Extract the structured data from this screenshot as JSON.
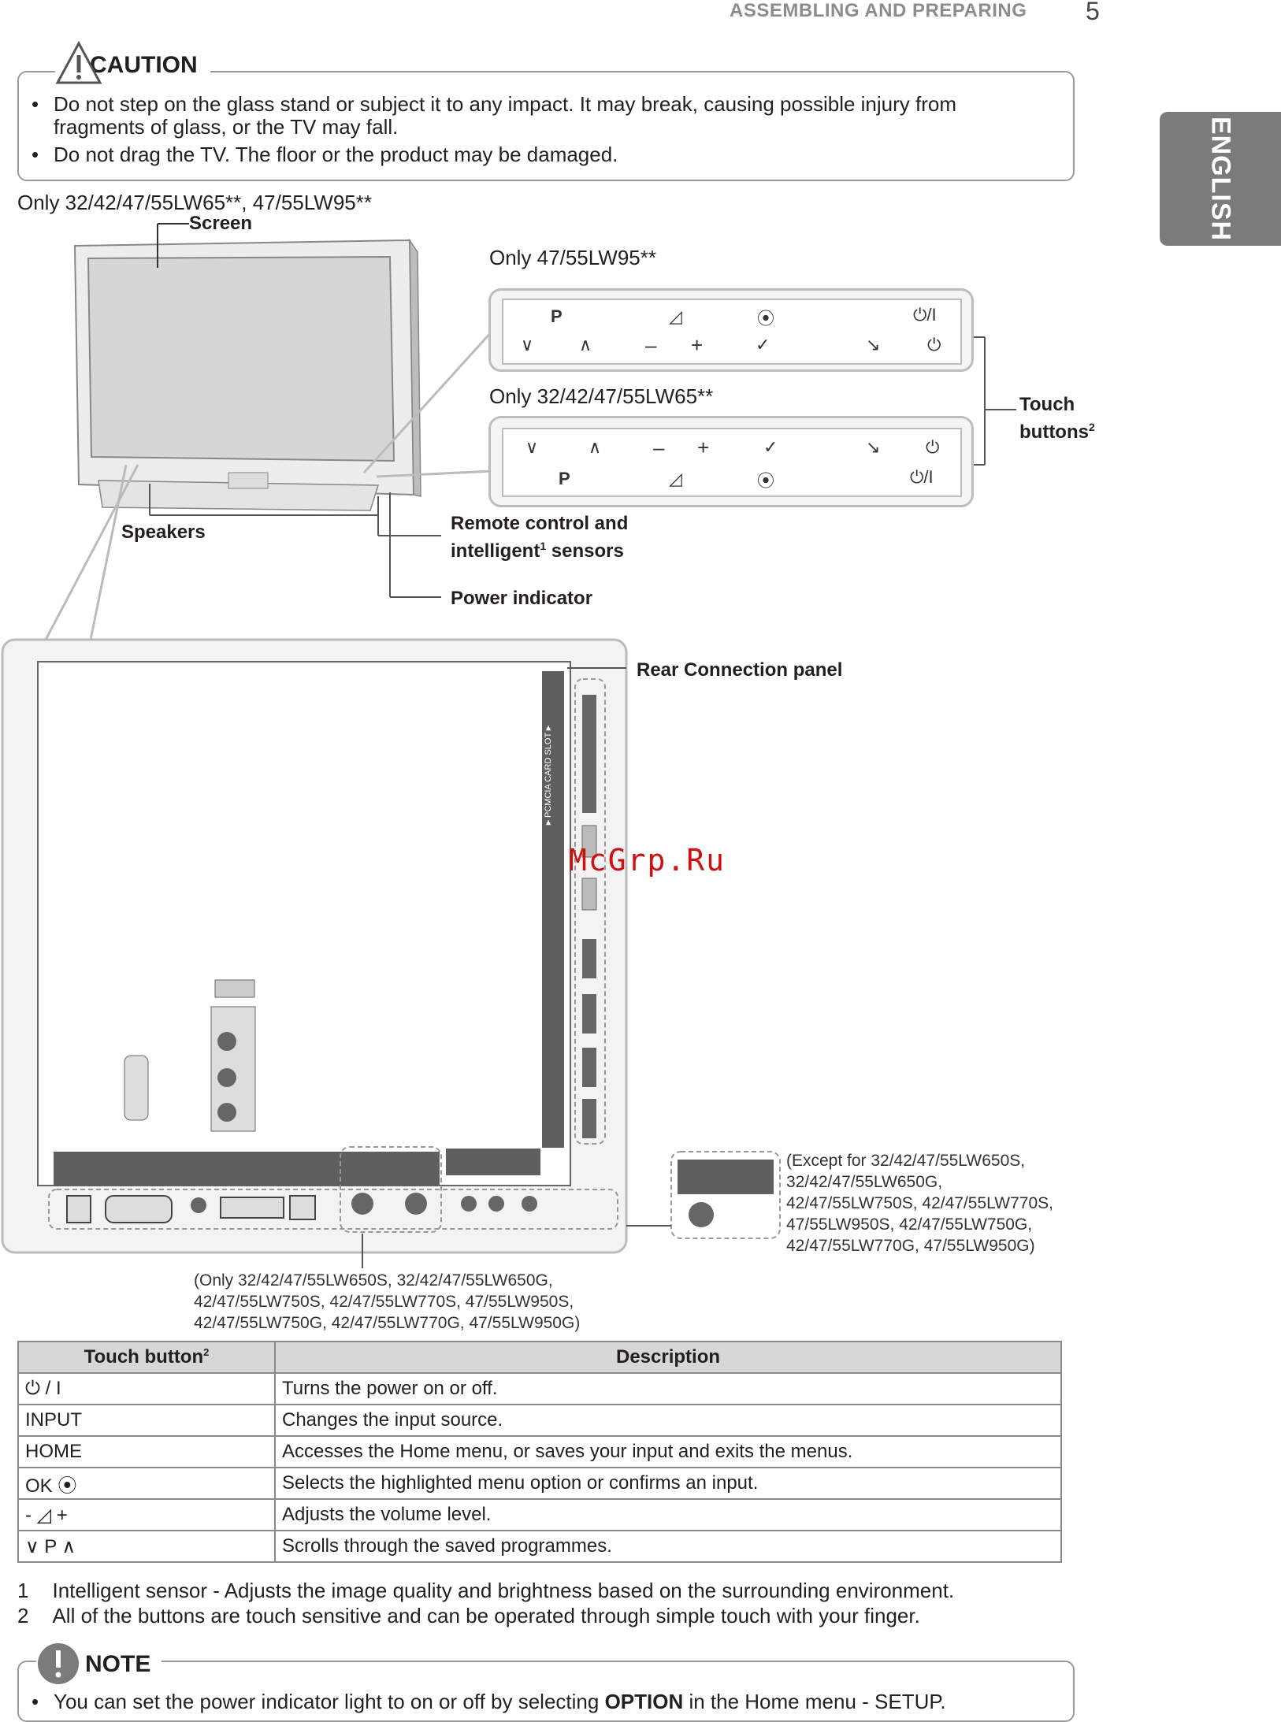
{
  "header": {
    "section": "ASSEMBLING AND PREPARING",
    "page_number": "5"
  },
  "side_tab": {
    "label": "ENGLISH"
  },
  "caution": {
    "title": "CAUTION",
    "items": [
      "Do not step on the glass stand or subject it to any impact. It may break, causing possible injury from fragments of glass, or the TV may fall.",
      "Do not drag the TV. The floor or the product may be damaged."
    ]
  },
  "diagram": {
    "models_line": "Only 32/42/47/55LW65**, 47/55LW95**",
    "screen": "Screen",
    "speakers": "Speakers",
    "remote_sensor": "Remote control and intelligent",
    "remote_sensor_sup": "1",
    "remote_sensor_tail": " sensors",
    "power_indicator": "Power indicator",
    "panel_top_title": "Only 47/55LW95**",
    "panel_bottom_title": "Only 32/42/47/55LW65**",
    "touch_buttons": "Touch buttons",
    "touch_buttons_sup": "2",
    "rear_panel": "Rear Connection panel",
    "pcmcia": "▼PCMCIA CARD SLOT▼",
    "except_note": "(Except for 32/42/47/55LW650S, 32/42/47/55LW650G, 42/47/55LW750S, 42/47/55LW770S, 47/55LW950S, 42/47/55LW750G, 42/47/55LW770G, 47/55LW950G)",
    "only_note": "(Only 32/42/47/55LW650S, 32/42/47/55LW650G, 42/47/55LW750S, 42/47/55LW770S, 47/55LW950S, 42/47/55LW750G, 42/47/55LW770G, 47/55LW950G)",
    "icons": [
      "power-icon",
      "volume-icon",
      "ok-icon",
      "chevron-down-icon",
      "chevron-up-icon",
      "input-icon"
    ]
  },
  "watermark": "McGrp.Ru",
  "table": {
    "headers": [
      "Touch button",
      "Description"
    ],
    "header_sup": "2",
    "rows": [
      {
        "button": "⏻ / I",
        "description": "Turns the power on or off."
      },
      {
        "button": "INPUT",
        "description": "Changes the input source."
      },
      {
        "button": "HOME",
        "description": "Accesses the Home menu, or saves your input and exits the menus."
      },
      {
        "button": "OK ⦿",
        "description": "Selects the highlighted menu option or confirms an input."
      },
      {
        "button": "- ◿ +",
        "description": "Adjusts the volume level."
      },
      {
        "button": "∨ P ∧",
        "description": "Scrolls through the saved programmes."
      }
    ]
  },
  "footnotes": [
    {
      "num": "1",
      "text": "Intelligent sensor - Adjusts the image quality and brightness based on the surrounding environment."
    },
    {
      "num": "2",
      "text": "All of the buttons are touch sensitive and can be operated through simple touch with your finger."
    }
  ],
  "note": {
    "title": "NOTE",
    "pre": "You can set the power indicator light to on or off by selecting ",
    "bold": "OPTION",
    "post": " in the Home menu - SETUP."
  }
}
